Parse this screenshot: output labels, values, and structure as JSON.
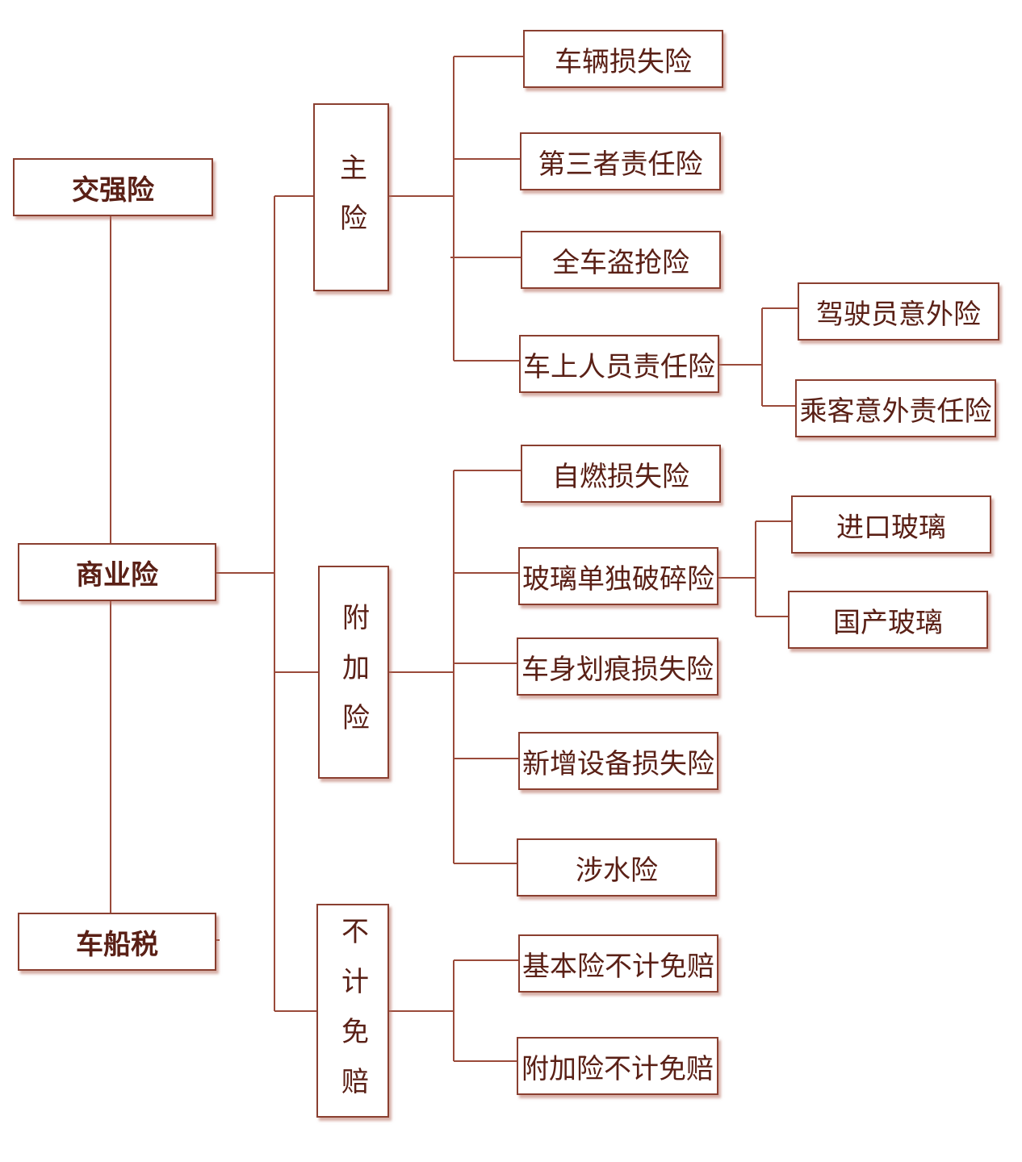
{
  "nodes": {
    "jiaoqiang": "交强险",
    "shangye": "商业险",
    "chechuan": "车船税",
    "zhuxian": "主险",
    "fujiaxian": "附加险",
    "bujimianpei": "不计免赔",
    "cheliang_sunshi": "车辆损失险",
    "disanzhe": "第三者责任险",
    "quanche_daoqiang": "全车盗抢险",
    "cheshang_renyuan": "车上人员责任险",
    "jiashiyuan": "驾驶员意外险",
    "chengke": "乘客意外责任险",
    "ziran": "自燃损失险",
    "boli_posui": "玻璃单独破碎险",
    "jinkou_boli": "进口玻璃",
    "guochan_boli": "国产玻璃",
    "cheshen_huahen": "车身划痕损失险",
    "xinzeng_shebei": "新增设备损失险",
    "sheshui": "涉水险",
    "jiben_bujimianpei": "基本险不计免赔",
    "fujia_bujimianpei": "附加险不计免赔"
  },
  "colors": {
    "border": "#8a3f30",
    "text": "#5a2016",
    "line": "#9a4a3a"
  }
}
